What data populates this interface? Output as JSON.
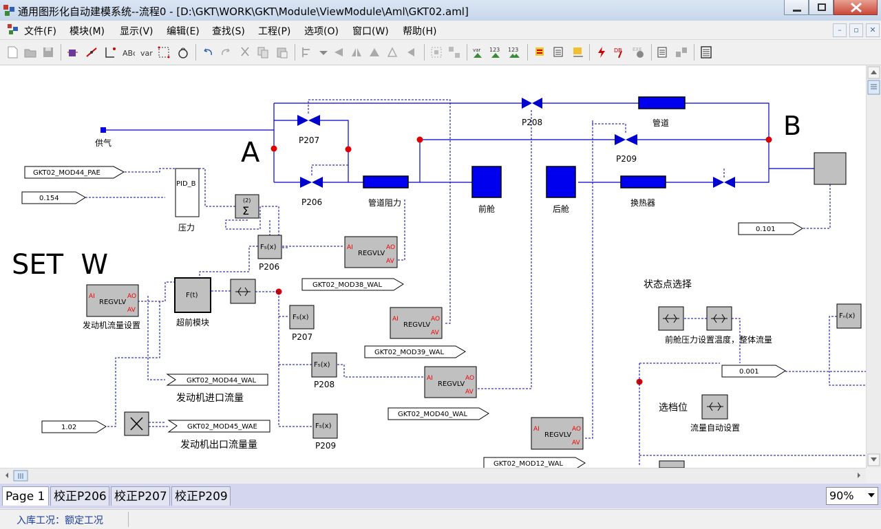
{
  "window": {
    "title": "通用图形化自动建模系统--流程0 - [D:\\GKT\\WORK\\GKT\\Module\\ViewModule\\Aml\\GKT02.aml]"
  },
  "menu": [
    "文件(F)",
    "模块(M)",
    "显示(V)",
    "编辑(E)",
    "查找(S)",
    "工程(P)",
    "选项(O)",
    "窗口(W)",
    "帮助(H)"
  ],
  "toolbar_icons": {
    "var": "var",
    "n123": "123"
  },
  "diagram": {
    "big_labels": {
      "a": "A",
      "b": "B",
      "set_w": "SET  W"
    },
    "valves": {
      "p207": "P207",
      "p208": "P208",
      "p209": "P209",
      "p206": "P206"
    },
    "pipes": {
      "pipe_top": "管道",
      "pipe_resist": "管道阻力",
      "heat_exchanger": "换热器"
    },
    "chambers": {
      "front": "前舱",
      "rear": "后舱"
    },
    "source": "供气",
    "pid": {
      "block": "PID_B",
      "label": "压力"
    },
    "sum_label": "(2)",
    "tags": {
      "mod44_pae": "GKT02_MOD44_PAE",
      "v0154": "0.154",
      "v0101": "0.101",
      "mod38": "GKT02_MOD38_WAL",
      "mod39": "GKT02_MOD39_WAL",
      "mod44_wal": "GKT02_MOD44_WAL",
      "mod40": "GKT02_MOD40_WAL",
      "mod45": "GKT02_MOD45_WAE",
      "v102": "1.02",
      "mod12": "GKT02_MOD12_WAL",
      "v0001": "0.001"
    },
    "regvlv": "REGVLV",
    "regvlv_ports": {
      "ai": "AI",
      "ao": "AO",
      "av": "AV"
    },
    "fx": "F₅(x)",
    "fnx": "Fₙ(x)",
    "ft": "F(t)",
    "labels": {
      "engine_flow_set": "发动机流量设置",
      "advance_module": "超前模块",
      "p206_lbl": "P206",
      "p207_lbl": "P207",
      "p208_lbl": "P208",
      "p209_lbl": "P209",
      "engine_in_flow": "发动机进口流量",
      "engine_out_flow": "发动机出口流量量",
      "state_select": "状态点选择",
      "front_pressure": "前舱压力设置温度，整体流量",
      "gear_select": "选档位",
      "flow_auto": "流量自动设置"
    }
  },
  "tabs": [
    "Page 1",
    "校正P206",
    "校正P207",
    "校正P209"
  ],
  "zoom": "90%",
  "status": "入库工况：额定工况"
}
